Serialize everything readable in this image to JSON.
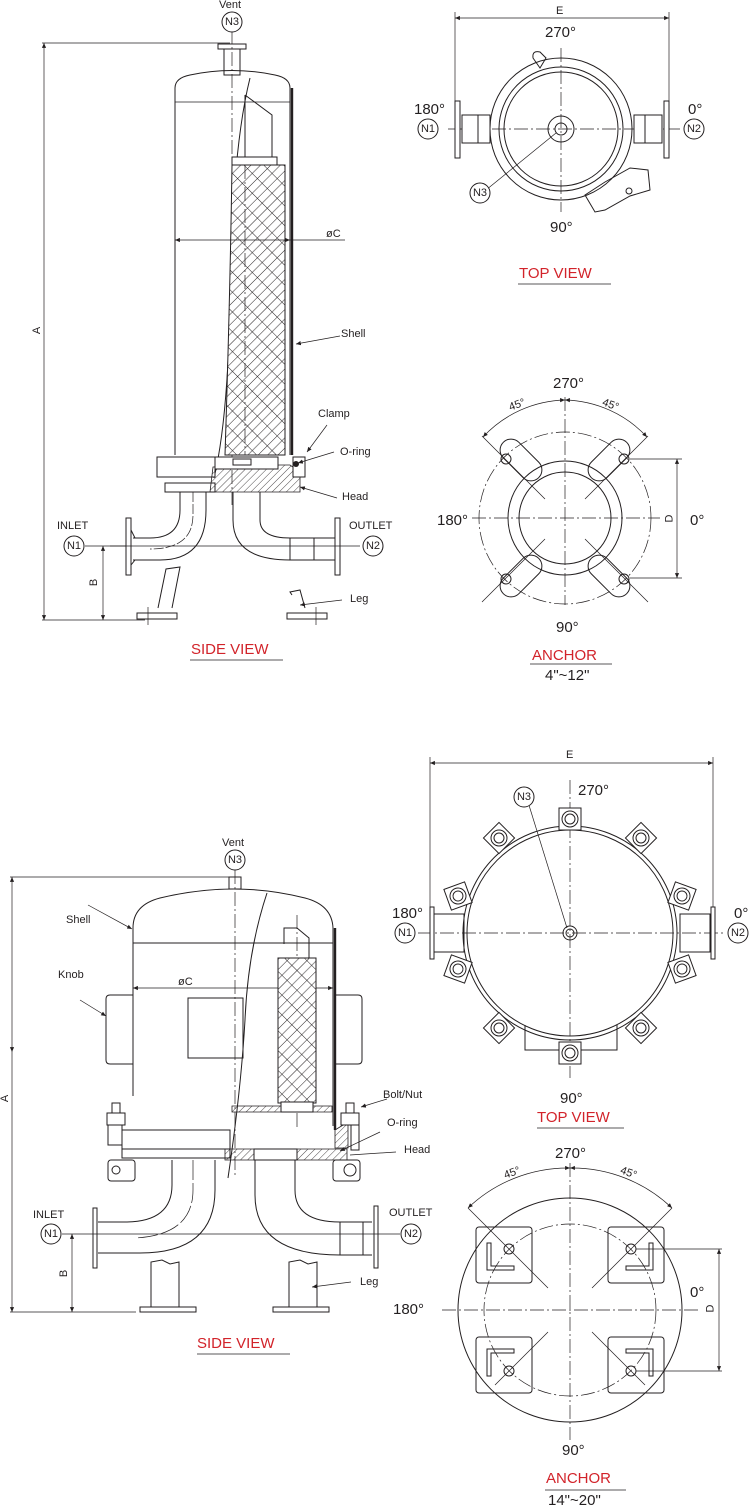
{
  "drawing": {
    "upper": {
      "size_range": "4\"~12\"",
      "side_view": {
        "title": "SIDE VIEW",
        "vent_label": "Vent",
        "nozzles": {
          "n1": "N1",
          "n2": "N2",
          "n3": "N3"
        },
        "inlet_label": "INLET",
        "outlet_label": "OUTLET",
        "dim_a": "A",
        "dim_b": "B",
        "dim_c": "øC",
        "callouts": [
          "Shell",
          "Clamp",
          "O-ring",
          "Head",
          "Leg"
        ]
      },
      "top_view": {
        "title": "TOP VIEW",
        "dim_e": "E",
        "angles": {
          "top": "270°",
          "left": "180°",
          "right": "0°",
          "bottom": "90°"
        },
        "nozzles": {
          "n1": "N1",
          "n2": "N2",
          "n3": "N3"
        }
      },
      "anchor": {
        "title": "ANCHOR",
        "subtitle": "4\"~12\"",
        "dim_d": "D",
        "angles": {
          "top": "270°",
          "left": "180°",
          "right": "0°",
          "bottom": "90°",
          "arc_left": "45°",
          "arc_right": "45°"
        }
      }
    },
    "lower": {
      "size_range": "14\"~20\"",
      "side_view": {
        "title": "SIDE VIEW",
        "vent_label": "Vent",
        "nozzles": {
          "n1": "N1",
          "n2": "N2",
          "n3": "N3"
        },
        "inlet_label": "INLET",
        "outlet_label": "OUTLET",
        "dim_a": "A",
        "dim_b": "B",
        "dim_c": "øC",
        "callouts": [
          "Shell",
          "Knob",
          "Bolt/Nut",
          "O-ring",
          "Head",
          "Leg"
        ]
      },
      "top_view": {
        "title": "TOP VIEW",
        "dim_e": "E",
        "angles": {
          "top": "270°",
          "left": "180°",
          "right": "0°",
          "bottom": "90°"
        },
        "nozzles": {
          "n1": "N1",
          "n2": "N2",
          "n3": "N3"
        }
      },
      "anchor": {
        "title": "ANCHOR",
        "subtitle": "14\"~20\"",
        "dim_d": "D",
        "angles": {
          "top": "270°",
          "left": "180°",
          "right": "0°",
          "bottom": "90°",
          "arc_left": "45°",
          "arc_right": "45°"
        }
      }
    }
  },
  "colors": {
    "line": "#231f20",
    "title": "#d2232a",
    "background": "#ffffff"
  }
}
